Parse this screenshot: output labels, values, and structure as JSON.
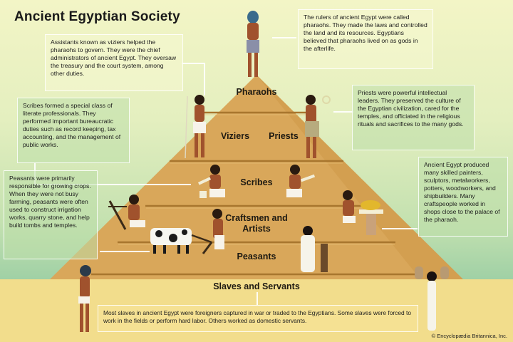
{
  "title": "Ancient Egyptian Society",
  "colors": {
    "sky_top": "#f3f5c6",
    "sky_bottom": "#9fd0a5",
    "pyramid": "#d9a75a",
    "pyramid_shade": "#c9923f",
    "tier_line": "#a8762e",
    "ground": "#f2dd8c"
  },
  "tiers": [
    {
      "label": "Pharaohs"
    },
    {
      "label": "Viziers"
    },
    {
      "label": "Priests"
    },
    {
      "label": "Scribes"
    },
    {
      "label": "Craftsmen and Artists"
    },
    {
      "label": "Peasants"
    },
    {
      "label": "Slaves and Servants"
    }
  ],
  "info": {
    "viziers": "Assistants known as viziers helped the pharaohs to govern. They were the chief administrators of ancient Egypt. They oversaw the treasury and the court system, among other duties.",
    "pharaohs": "The rulers of ancient Egypt were called pharaohs. They made the laws and controlled the land and its resources. Egyptians believed that pharaohs lived on as gods in the afterlife.",
    "scribes": "Scribes formed a special class of literate professionals. They performed important bureaucratic duties such as record keeping, tax accounting, and the management of public works.",
    "priests": "Priests were powerful intellectual leaders. They preserved the culture of the Egyptian civilization, cared for the temples, and officiated in the religious rituals and sacrifices to the many gods.",
    "peasants": "Peasants were primarily responsible for growing crops. When they were not busy farming, peasants were often used to construct irrigation works, quarry stone, and help build tombs and temples.",
    "craftsmen": "Ancient Egypt produced many skilled painters, sculptors, metalworkers, potters, woodworkers, and shipbuilders. Many craftspeople worked in shops close to the palace of the pharaoh.",
    "slaves": "Most slaves in ancient Egypt were foreigners captured in war or traded to the Egyptians. Some slaves were forced to work in the fields or perform hard labor. Others worked as domestic servants."
  },
  "credit": "© Encyclopædia Britannica, Inc."
}
